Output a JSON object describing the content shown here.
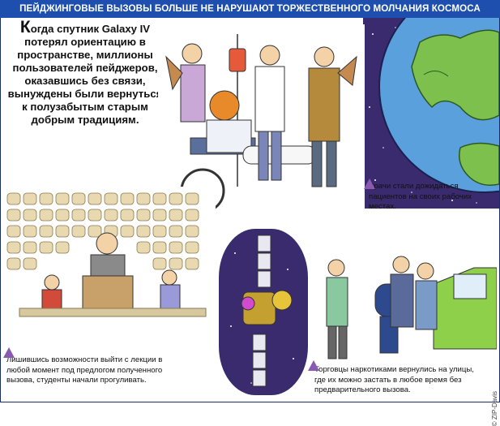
{
  "header": {
    "title": "ПЕЙДЖИНГОВЫЕ ВЫЗОВЫ БОЛЬШЕ НЕ НАРУШАЮТ ТОРЖЕСТВЕННОГО МОЛЧАНИЯ КОСМОСА"
  },
  "intro": {
    "drop_cap": "К",
    "text": "огда спутник Galaxy IV потерял ориентацию в пространстве, миллионы пользователей пейджеров, оказавшись без связи, вынуждены были вернуться к полузабытым старым добрым традициям."
  },
  "captions": {
    "doctors": "Врачи стали дожидаться пациентов на своих рабочих местах.",
    "students": "Лишившись возможности выйти с лекции в любой момент под предлогом полученного вызова, студенты начали прогуливать.",
    "dealers": "Торговцы наркотиками вернулись на улицы, где их можно застать в любое время без предварительного вызова."
  },
  "credit": "© ZIP-Davis",
  "colors": {
    "title_bg": "#1e4fae",
    "space": "#3a2b6e",
    "ocean": "#5aa0dc",
    "land": "#7ec04e",
    "caption_marker": "#8a5ab0"
  }
}
